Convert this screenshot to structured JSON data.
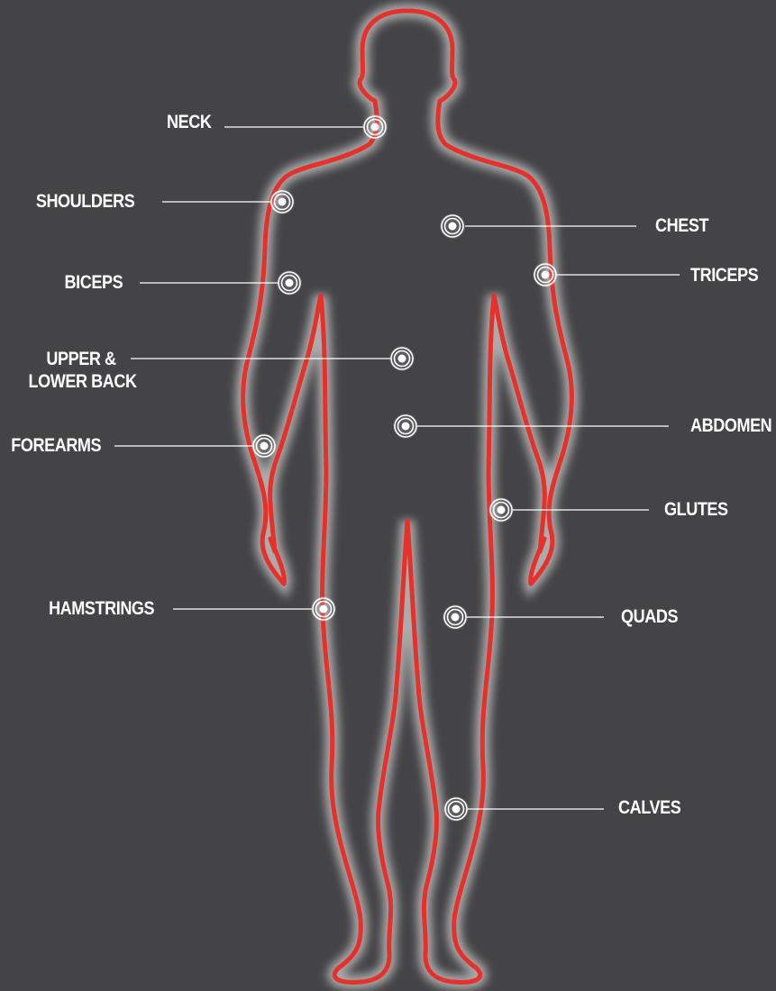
{
  "colors": {
    "background": "#444446",
    "outline": "#e8302a",
    "glow": "#ffffff",
    "marker": "#ffffff",
    "leader_line": "#ffffff",
    "label": "#ffffff"
  },
  "muscle_groups": [
    {
      "id": "neck",
      "label": "NECK"
    },
    {
      "id": "shoulders",
      "label": "SHOULDERS"
    },
    {
      "id": "chest",
      "label": "CHEST"
    },
    {
      "id": "triceps",
      "label": "TRICEPS"
    },
    {
      "id": "biceps",
      "label": "BICEPS"
    },
    {
      "id": "back",
      "label_line1": "UPPER &",
      "label_line2": "LOWER BACK"
    },
    {
      "id": "abdomen",
      "label": "ABDOMEN"
    },
    {
      "id": "forearms",
      "label": "FOREARMS"
    },
    {
      "id": "glutes",
      "label": "GLUTES"
    },
    {
      "id": "hamstrings",
      "label": "HAMSTRINGS"
    },
    {
      "id": "quads",
      "label": "QUADS"
    },
    {
      "id": "calves",
      "label": "CALVES"
    }
  ]
}
